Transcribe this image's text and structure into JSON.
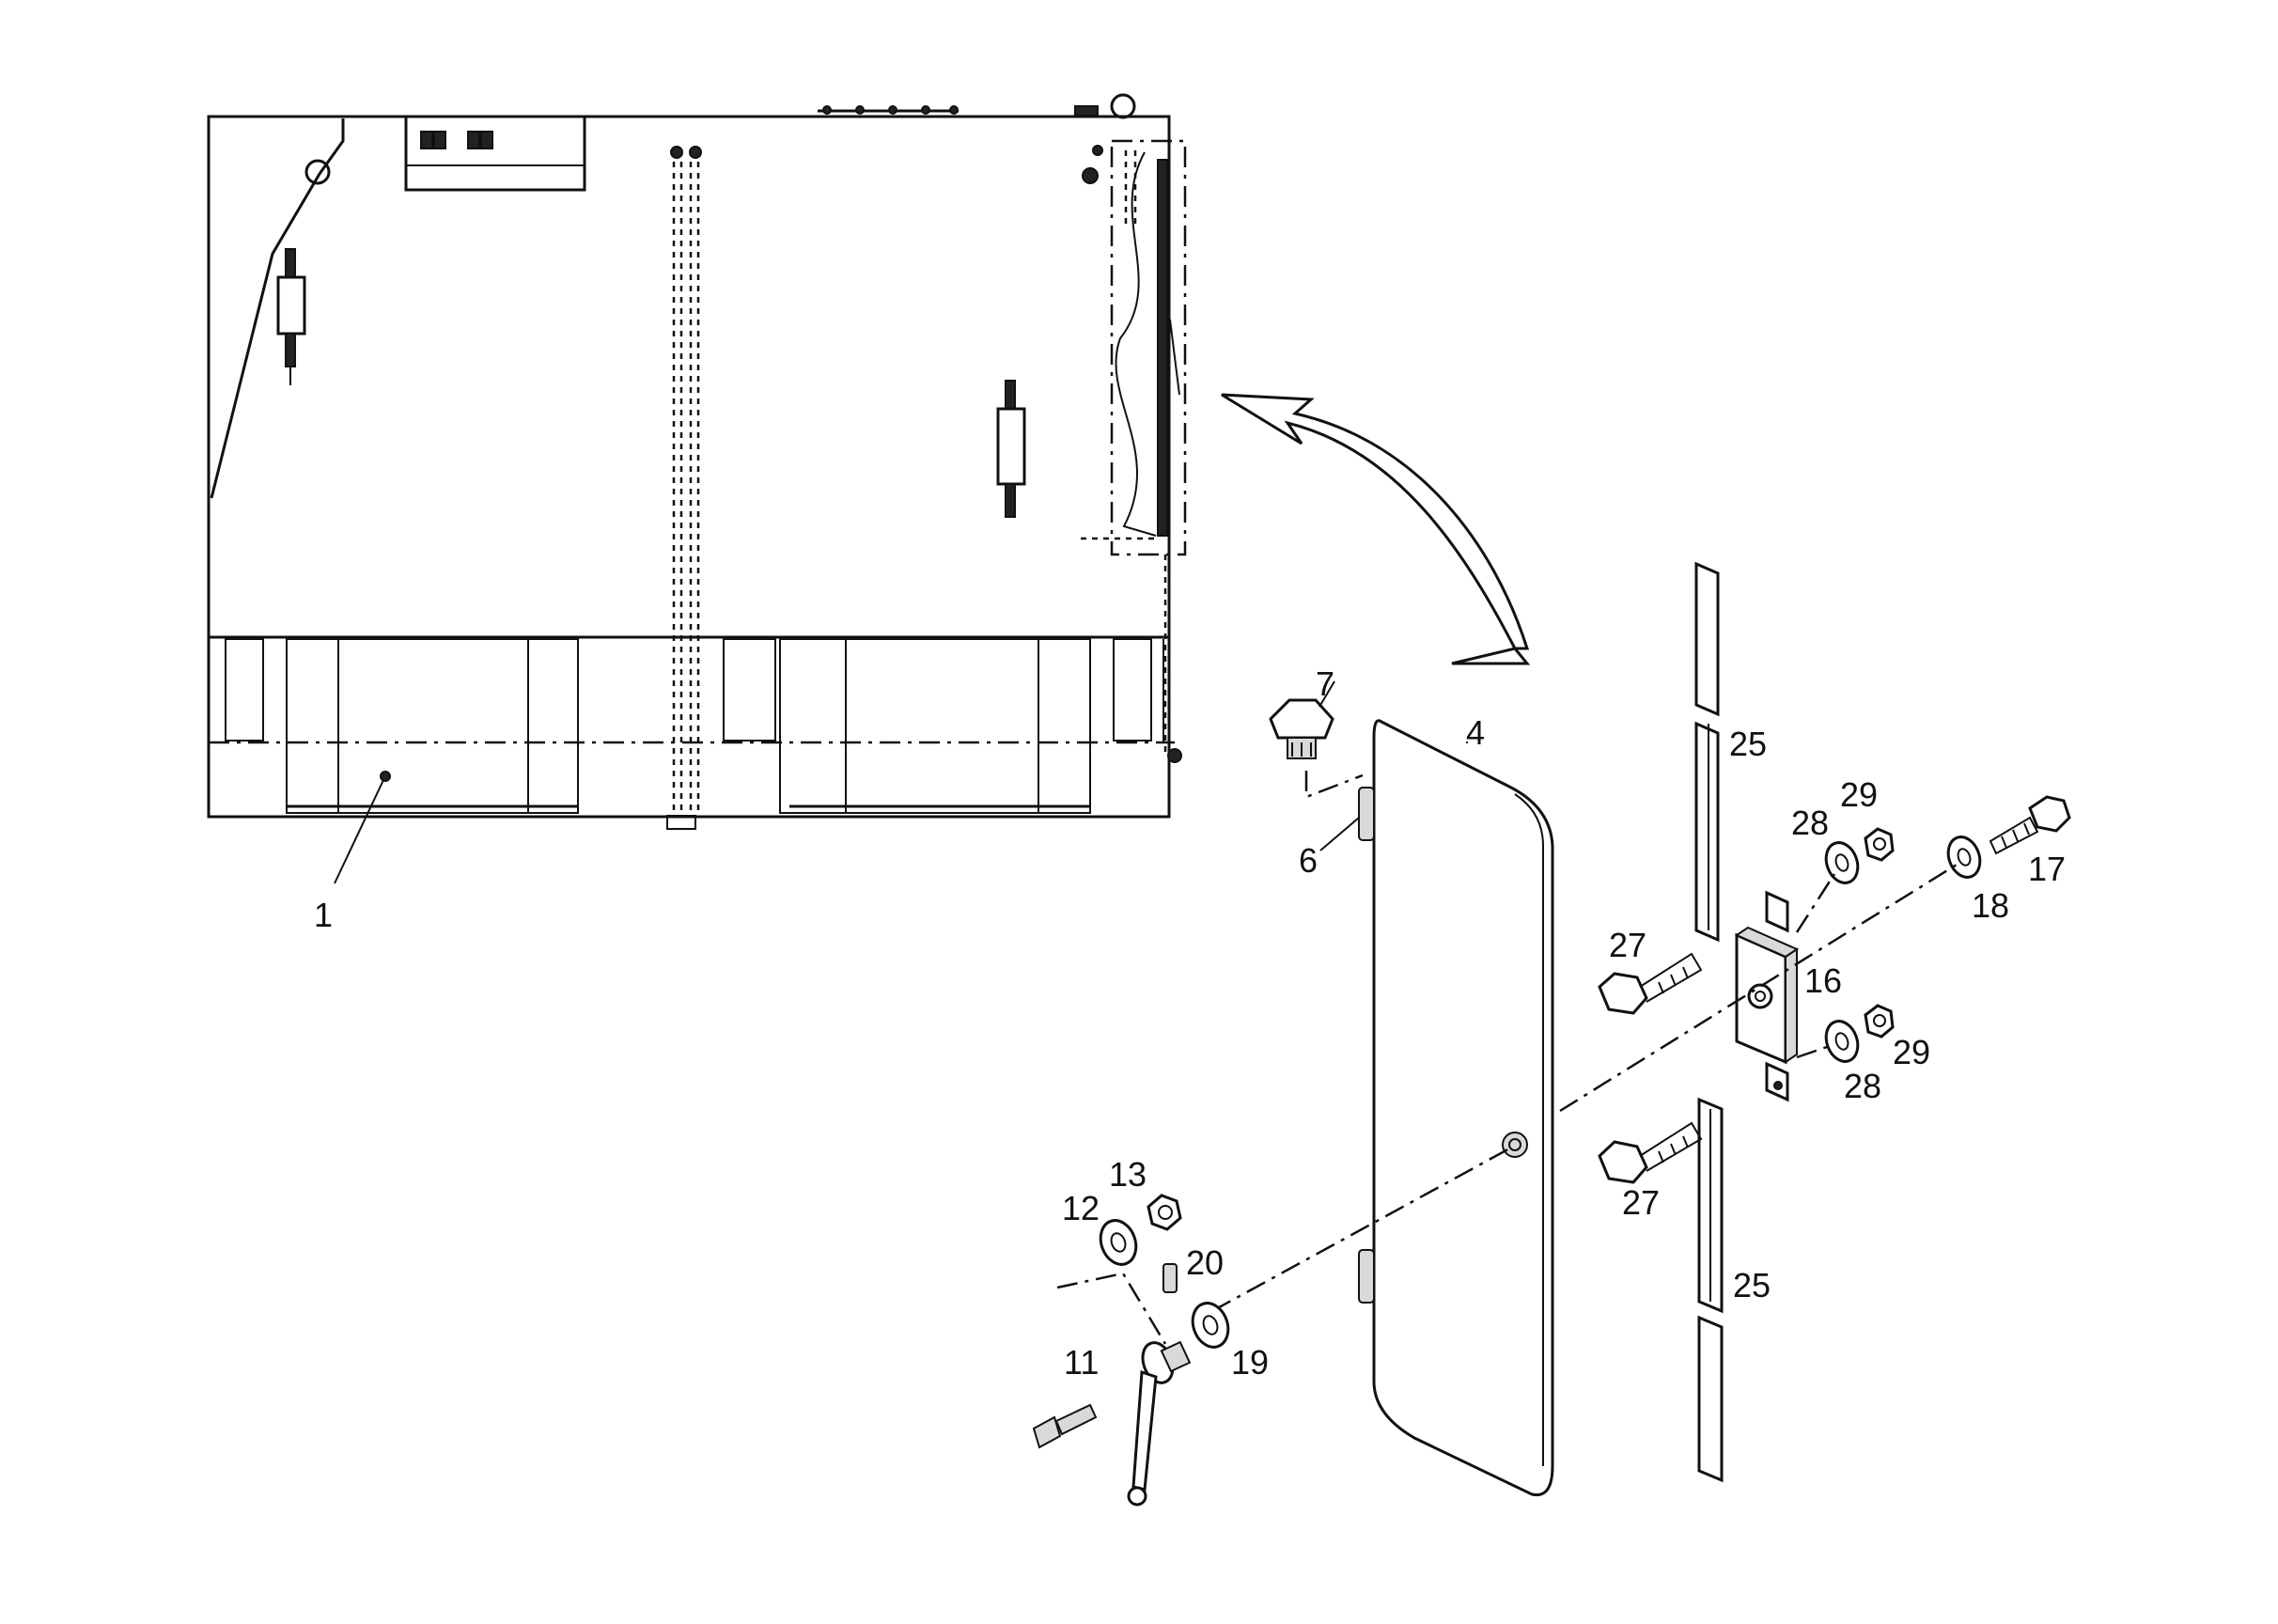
{
  "callouts": {
    "c1": "1",
    "c4": "4",
    "c6": "6",
    "c7": "7",
    "c11": "11",
    "c12": "12",
    "c13": "13",
    "c16": "16",
    "c17": "17",
    "c18": "18",
    "c19": "19",
    "c20": "20",
    "c25a": "25",
    "c25b": "25",
    "c27a": "27",
    "c27b": "27",
    "c28a": "28",
    "c28b": "28",
    "c29a": "29",
    "c29b": "29"
  }
}
